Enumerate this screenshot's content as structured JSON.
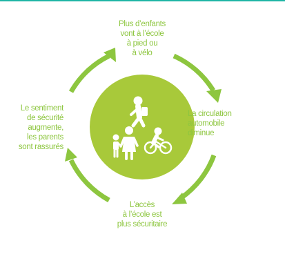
{
  "colors": {
    "accent_green": "#8dc63f",
    "top_rule_teal": "#1fb5a6",
    "center_circle": "#a8c93a",
    "figure_white": "#ffffff"
  },
  "center": {
    "icons": [
      "walking-student-icon",
      "family-walking-icon",
      "cyclist-icon"
    ]
  },
  "cycle": {
    "steps": [
      {
        "text": "Plus d’enfants\nvont à l’école\nà pied ou\nà vélo"
      },
      {
        "text": "La circulation\nautomobile\ndiminue"
      },
      {
        "text": "L’accès\nà l’école est\nplus sécuritaire"
      },
      {
        "text": "Le sentiment\nde sécurité\naugmente,\nles parents\nsont rassurés"
      }
    ]
  }
}
